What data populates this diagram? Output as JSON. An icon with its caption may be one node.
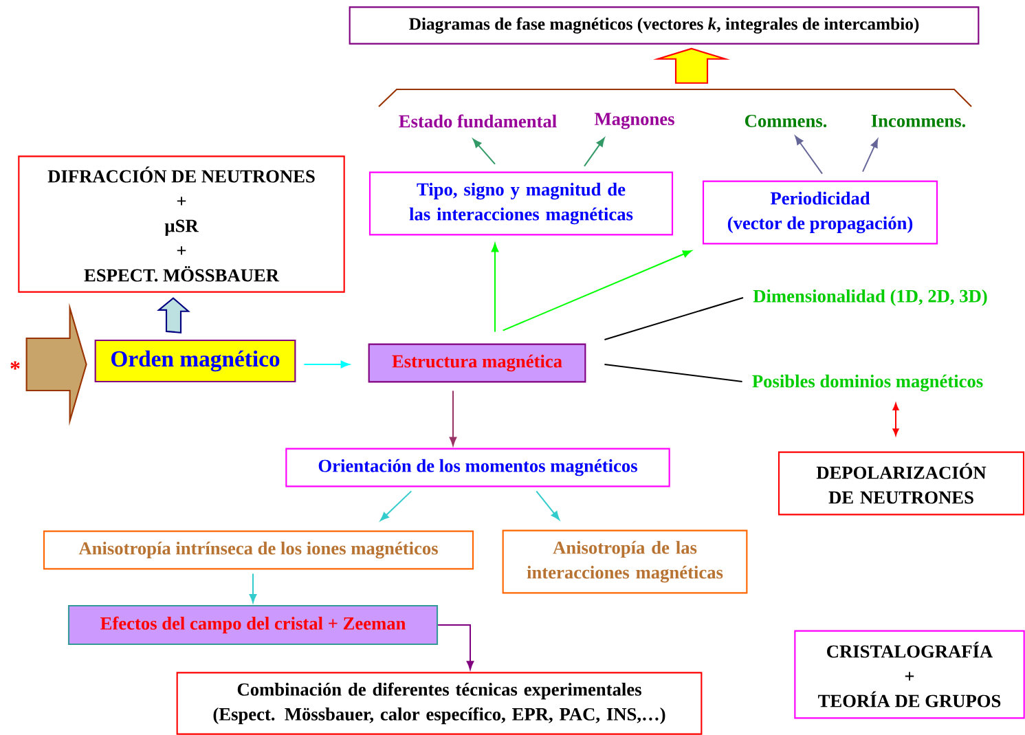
{
  "diagram": {
    "nodes": [
      {
        "text": [
          "Diagramas de fase magnéticos (vectores *k*, integrales de intercambio)"
        ]
      },
      {
        "text": [
          "Estado fundamental"
        ]
      },
      {
        "text": [
          "Magnones"
        ]
      },
      {
        "text": [
          "Commens."
        ]
      },
      {
        "text": [
          "Incommens."
        ]
      },
      {
        "text": [
          "DIFRACCIÓN DE NEUTRONES",
          "+",
          "µSR",
          "+",
          "ESPECT. MÖSSBAUER"
        ]
      },
      {
        "text": [
          "Tipo, signo y magnitud de las interacciones magnéticas"
        ]
      },
      {
        "text": [
          "Periodicidad",
          "(vector de propagación)"
        ]
      },
      {
        "text": [
          "Orden magnético"
        ]
      },
      {
        "text": [
          "Estructura magnética"
        ]
      },
      {
        "text": [
          "Dimensionalidad (1D, 2D, 3D)"
        ]
      },
      {
        "text": [
          "Posibles dominios magnéticos"
        ]
      },
      {
        "text": [
          "Orientación de los momentos magnéticos"
        ]
      },
      {
        "text": [
          "DEPOLARIZACIÓN DE NEUTRONES"
        ]
      },
      {
        "text": [
          "Anisotropía intrínseca de los iones magnéticos"
        ]
      },
      {
        "text": [
          "Anisotropía de las interacciones magnéticas"
        ]
      },
      {
        "text": [
          "Efectos del campo del cristal + Zeeman"
        ]
      },
      {
        "text": [
          "Combinación de diferentes técnicas experimentales (Espect. Mössbauer, calor específico, EPR, PAC, INS,…)"
        ]
      },
      {
        "text": [
          "CRISTALOGRAFÍA",
          "+",
          "TEORÍA DE GRUPOS"
        ]
      }
    ],
    "edges": [
      {
        "from": null,
        "to": 0,
        "arrow": "to",
        "style": "thick",
        "color": "#ffff00"
      },
      {
        "from": null,
        "to": 8,
        "arrow": "to",
        "style": "thick",
        "color": "#c9a46a"
      },
      {
        "from": 8,
        "to": 5,
        "arrow": "to",
        "style": "thick",
        "color": "#bde0e0"
      },
      {
        "from": 8,
        "to": 9,
        "arrow": "to",
        "color": "#00ffff"
      },
      {
        "from": 9,
        "to": 6,
        "arrow": "to",
        "color": "#00ff00"
      },
      {
        "from": 9,
        "to": 7,
        "arrow": "to",
        "color": "#00ff00"
      },
      {
        "from": 6,
        "to": 1,
        "arrow": "to",
        "color": "#339966"
      },
      {
        "from": 6,
        "to": 2,
        "arrow": "to",
        "color": "#339966"
      },
      {
        "from": 7,
        "to": 3,
        "arrow": "to",
        "color": "#666699"
      },
      {
        "from": 7,
        "to": 4,
        "arrow": "to",
        "color": "#666699"
      },
      {
        "from": 9,
        "to": 10,
        "arrow": "none",
        "color": "#000000"
      },
      {
        "from": 9,
        "to": 11,
        "arrow": "none",
        "color": "#000000"
      },
      {
        "from": 11,
        "to": 13,
        "arrow": "both",
        "color": "#ff0000"
      },
      {
        "from": 9,
        "to": 12,
        "arrow": "to",
        "color": "#993366"
      },
      {
        "from": 12,
        "to": 14,
        "arrow": "to",
        "color": "#33cccc"
      },
      {
        "from": 12,
        "to": 15,
        "arrow": "to",
        "color": "#33cccc"
      },
      {
        "from": 14,
        "to": 16,
        "arrow": "to",
        "color": "#33cccc"
      },
      {
        "from": 16,
        "to": 17,
        "arrow": "to",
        "color": "#800080"
      }
    ],
    "labels": [
      "*"
    ]
  }
}
